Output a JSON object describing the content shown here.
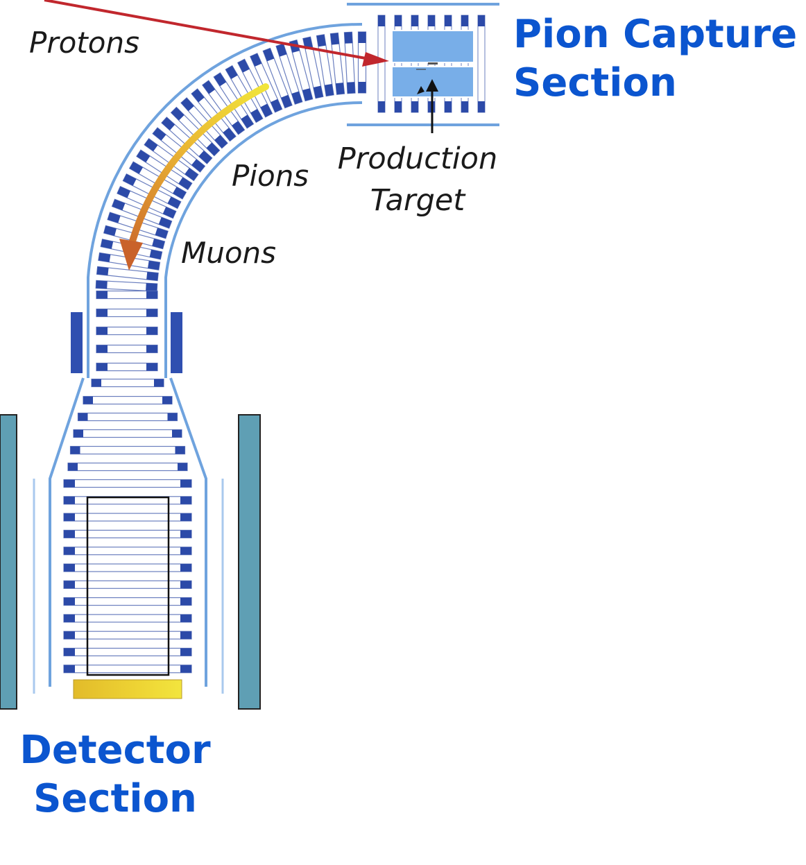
{
  "labels": {
    "protons": "Protons",
    "pions": "Pions",
    "muons": "Muons",
    "production_target_line1": "Production",
    "production_target_line2": "Target"
  },
  "sections": {
    "pion_capture_line1": "Pion Capture",
    "pion_capture_line2": "Section",
    "detector_line1": "Detector",
    "detector_line2": "Section"
  },
  "colors": {
    "coil_dark": "#2c4aa8",
    "coil_outline": "#6b7fbf",
    "wall_light_blue": "#6fa3de",
    "target_box": "#78aee8",
    "shield_teal": "#5f9fb4",
    "proton_arrow": "#c1272d",
    "beam_start": "#f1e53a",
    "beam_end": "#c9622a",
    "section_title": "#0b55cf",
    "label_text": "#1a1a1a",
    "stopping_target": "#e8c92a"
  }
}
